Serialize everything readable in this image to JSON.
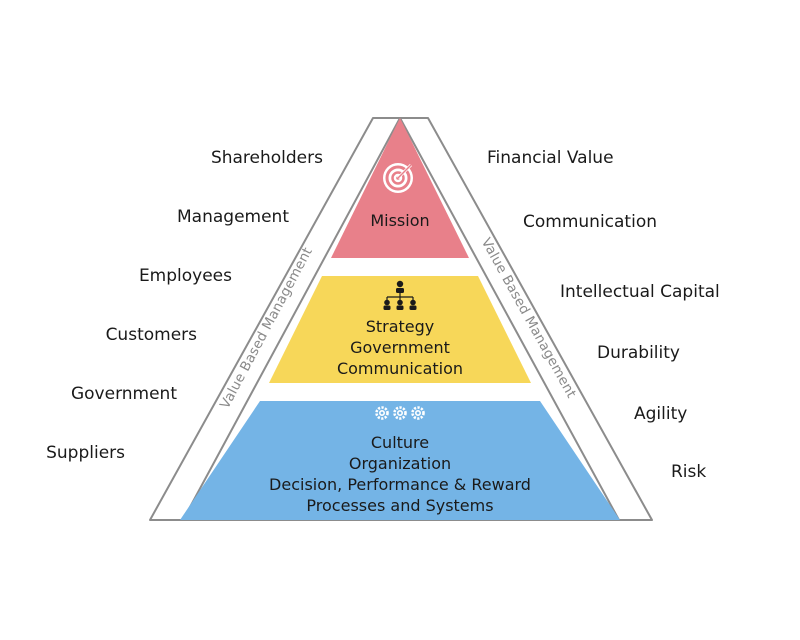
{
  "left_labels": [
    "Shareholders",
    "Management",
    "Employees",
    "Customers",
    "Government",
    "Suppliers"
  ],
  "right_labels": [
    "Financial Value",
    "Communication",
    "Intellectual Capital",
    "Durability",
    "Agility",
    "Risk"
  ],
  "frame_label": "Value Based Management",
  "tiers": [
    {
      "lines": [
        "Mission"
      ],
      "color": "#e8808a",
      "icon": "target-icon"
    },
    {
      "lines": [
        "Strategy",
        "Government",
        "Communication"
      ],
      "color": "#f7d759",
      "icon": "org-chart-icon"
    },
    {
      "lines": [
        "Culture",
        "Organization",
        "Decision, Performance & Reward",
        "Processes and Systems"
      ],
      "color": "#74b4e6",
      "icon": "gears-icon"
    }
  ],
  "colors": {
    "frame_stroke": "#8c8c8c",
    "text": "#1a1a1a",
    "frame_text": "#8a8a8a"
  }
}
